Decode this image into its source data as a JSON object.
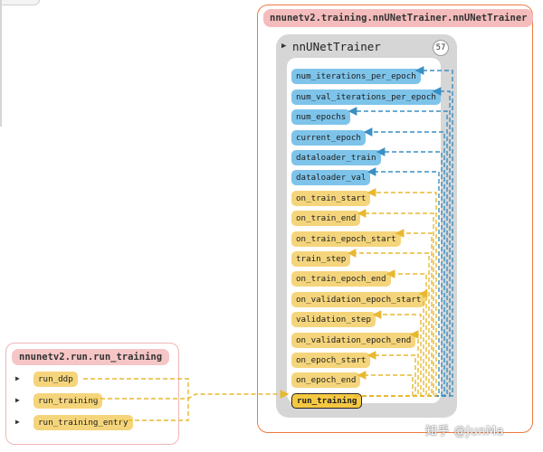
{
  "run_module": {
    "title": "nnunetv2.run.run_training",
    "functions": [
      "run_ddp",
      "run_training",
      "run_training_entry"
    ]
  },
  "trainer_module": {
    "title": "nnunetv2.training.nnUNetTrainer.nnUNetTrainer",
    "class_name": "nnUNetTrainer",
    "member_count": "57",
    "attributes": [
      "num_iterations_per_epoch",
      "num_val_iterations_per_epoch",
      "num_epochs",
      "current_epoch",
      "dataloader_train",
      "dataloader_val"
    ],
    "methods": [
      "on_train_start",
      "on_train_end",
      "on_train_epoch_start",
      "train_step",
      "on_train_epoch_end",
      "on_validation_epoch_start",
      "validation_step",
      "on_validation_epoch_end",
      "on_epoch_start",
      "on_epoch_end"
    ],
    "selected_method": "run_training"
  },
  "watermark": "知乎 @JunMa",
  "colors": {
    "attribute": "#7ec4ea",
    "method": "#f5d57c",
    "attribute_edge": "#3a8fc4",
    "method_edge": "#e8b830",
    "module_border": "#f07a3e"
  }
}
